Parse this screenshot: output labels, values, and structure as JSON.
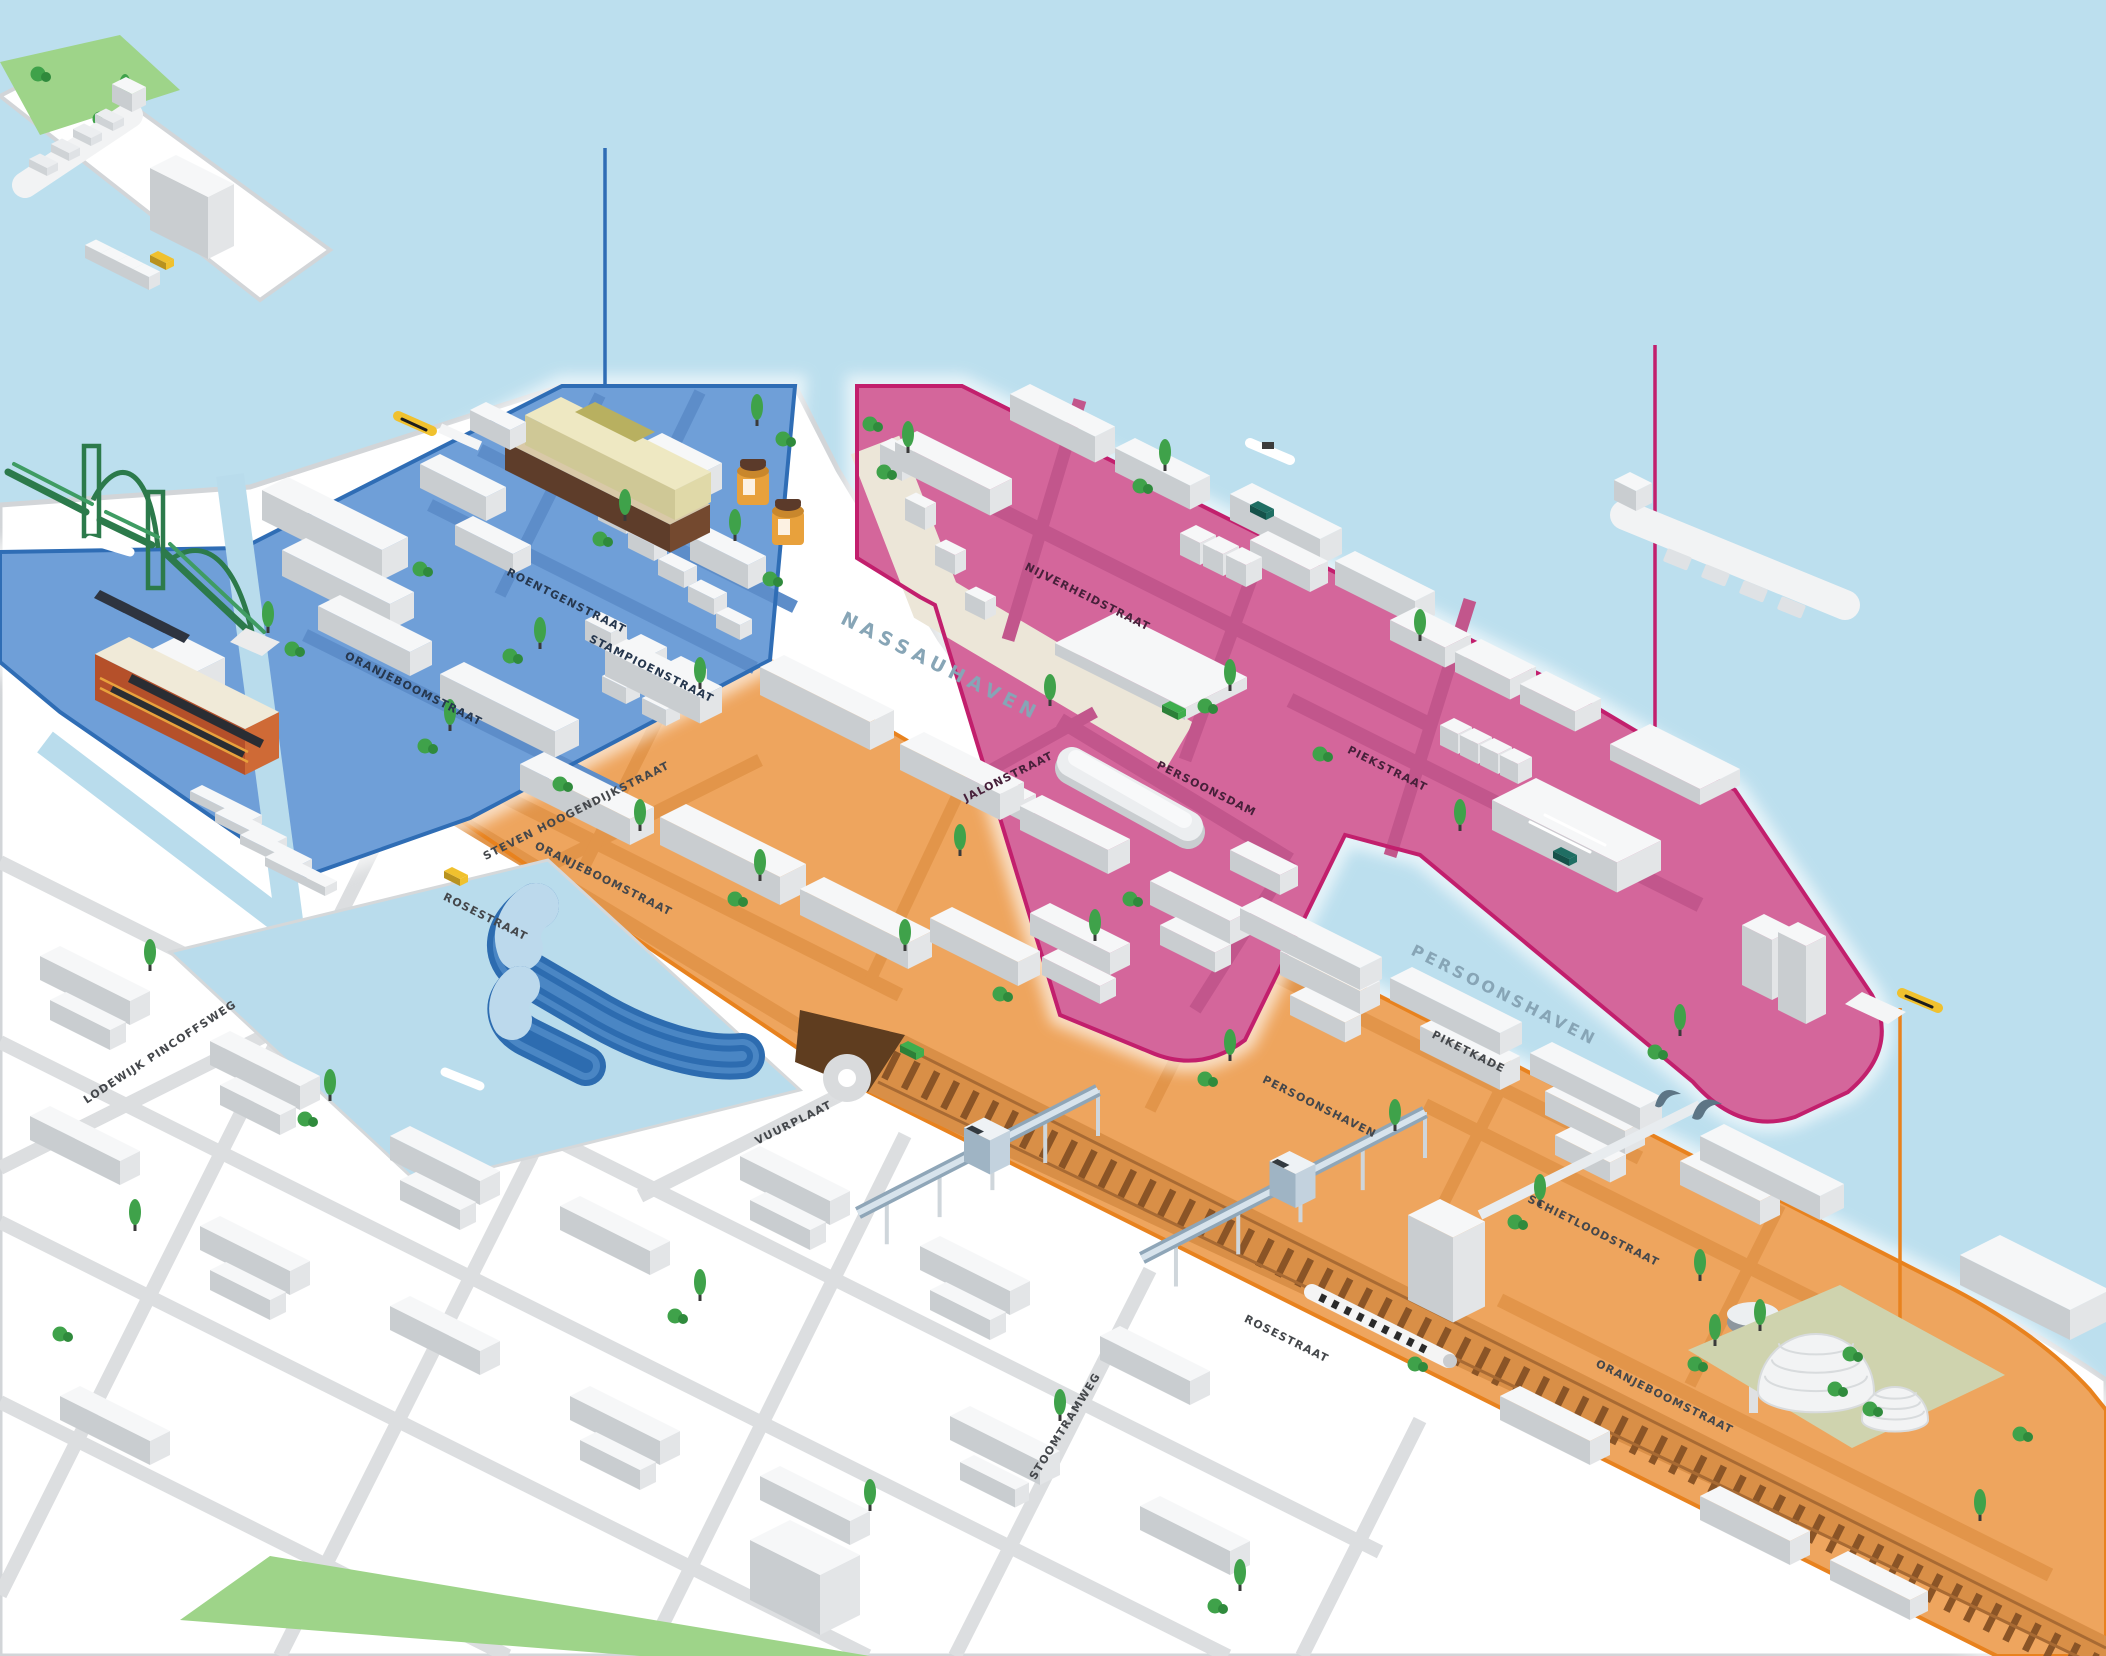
{
  "map": {
    "kind": "isometric-district-map",
    "background_water_color": "#bcdfee",
    "land_color": "#ffffff"
  },
  "zones": {
    "blue": {
      "name": "blue-zone",
      "outline": "#2f6db5",
      "fill": "#6f9fd8",
      "road": "#5d8dc9"
    },
    "pink": {
      "name": "pink-zone",
      "outline": "#c21f6d",
      "fill": "#d4669b",
      "road": "#c2568c"
    },
    "orange": {
      "name": "orange-zone",
      "outline": "#e8821e",
      "fill": "#eea55e",
      "road": "#e2954a"
    }
  },
  "streets": {
    "roentgenstraat": "ROENTGENSTRAAT",
    "stampioenstraat": "STAMPIOENSTRAAT",
    "oranjeboomstraat": "ORANJEBOOMSTRAAT",
    "nijverheidstraat": "NIJVERHEIDSTRAAT",
    "jalonstraat": "JALONSTRAAT",
    "persoonsdam": "PERSOONSDAM",
    "piekstraat": "PIEKSTRAAT",
    "steven_hoogendijkstraat": "STEVEN HOOGENDIJKSTRAAT",
    "rosestraat": "ROSESTRAAT",
    "vuurplaat": "VUURPLAAT",
    "stoomtramweg": "STOOMTRAMWEG",
    "lodewijk_pincoffsweg": "LODEWIJK PINCOFFSWEG",
    "persoonshaven": "PERSOONSHAVEN",
    "piketkade": "PIKETKADE",
    "schietloodstraat": "SCHIETLOODSTRAAT"
  },
  "waters": {
    "nassauhaven": "NASSAUHAVEN",
    "persoonshaven": "PERSOONSHAVEN"
  },
  "landmark_icons": [
    "de-hef-bridge-icon",
    "brick-factory-icon",
    "peperklip-building-icon",
    "gas-dome-icon",
    "water-tower-icon",
    "station-footbridge-icon",
    "train-icon",
    "cargo-ship-icon",
    "water-taxi-icon",
    "dolphins-icon",
    "roundabout-icon",
    "railway-trench-icon"
  ]
}
